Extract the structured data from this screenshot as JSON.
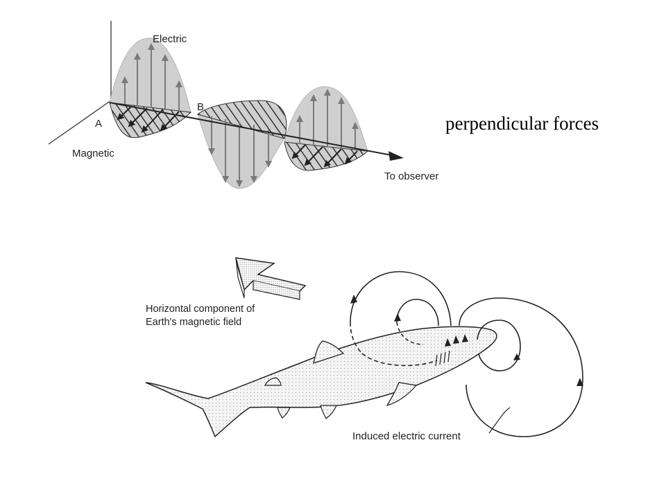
{
  "wave_diagram": {
    "label_electric": "Electric",
    "label_magnetic": "Magnetic",
    "label_point_a": "A",
    "label_point_b": "B",
    "label_to_observer": "To observer"
  },
  "side_caption": "perpendicular forces",
  "shark_diagram": {
    "field_label_line1": "Horizontal component of",
    "field_label_line2": "Earth's magnetic field",
    "current_label": "Induced electric current"
  },
  "colors": {
    "ink": "#2a2a2a",
    "lobe_fill": "#cfcfcf",
    "arrow_gray": "#7a7a7a"
  }
}
